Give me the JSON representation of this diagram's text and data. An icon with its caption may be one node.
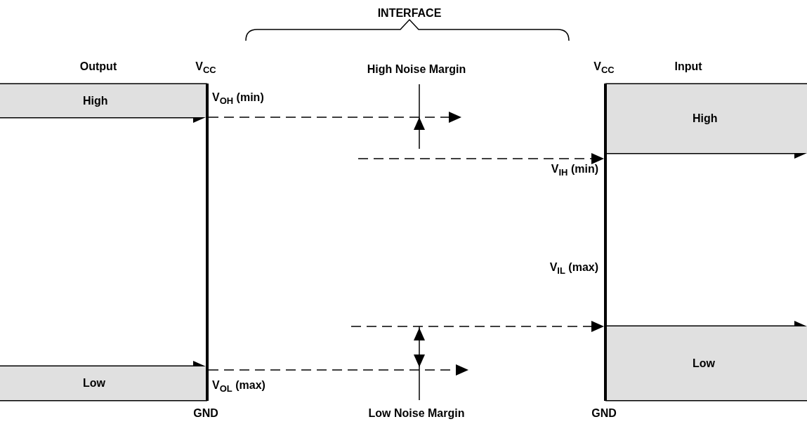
{
  "diagram": {
    "nodes": [
      {
        "text": [
          "High"
        ]
      },
      {
        "text": [
          "Low"
        ]
      },
      {
        "text": [
          "High"
        ]
      },
      {
        "text": [
          "Low"
        ]
      },
      {
        "text": [],
        "shape": "bar"
      },
      {
        "text": [],
        "shape": "bar"
      }
    ],
    "edges": [
      {
        "from": 0,
        "to": 4,
        "arrow": "to"
      },
      {
        "from": 1,
        "to": 4,
        "arrow": "to"
      },
      {
        "from": 5,
        "to": 2,
        "arrow": "to"
      },
      {
        "from": 5,
        "to": 3,
        "arrow": "to"
      },
      {
        "from": 4,
        "to": null,
        "arrow": "to",
        "style": "dashed"
      },
      {
        "from": null,
        "to": 5,
        "arrow": "to",
        "style": "dashed"
      },
      {
        "from": null,
        "to": 5,
        "arrow": "to",
        "style": "dashed"
      },
      {
        "from": 4,
        "to": null,
        "arrow": "to",
        "style": "dashed"
      }
    ],
    "labels": [
      "INTERFACE",
      "Output",
      "V$_{CC}$",
      "High Noise Margin",
      "V$_{CC}$",
      "Input",
      "V$_{OH}$ (min)",
      "V$_{IH}$ (min)",
      "V$_{IL}$ (max)",
      "V$_{OL}$ (max)",
      "GND",
      "Low Noise Margin",
      "GND"
    ]
  }
}
